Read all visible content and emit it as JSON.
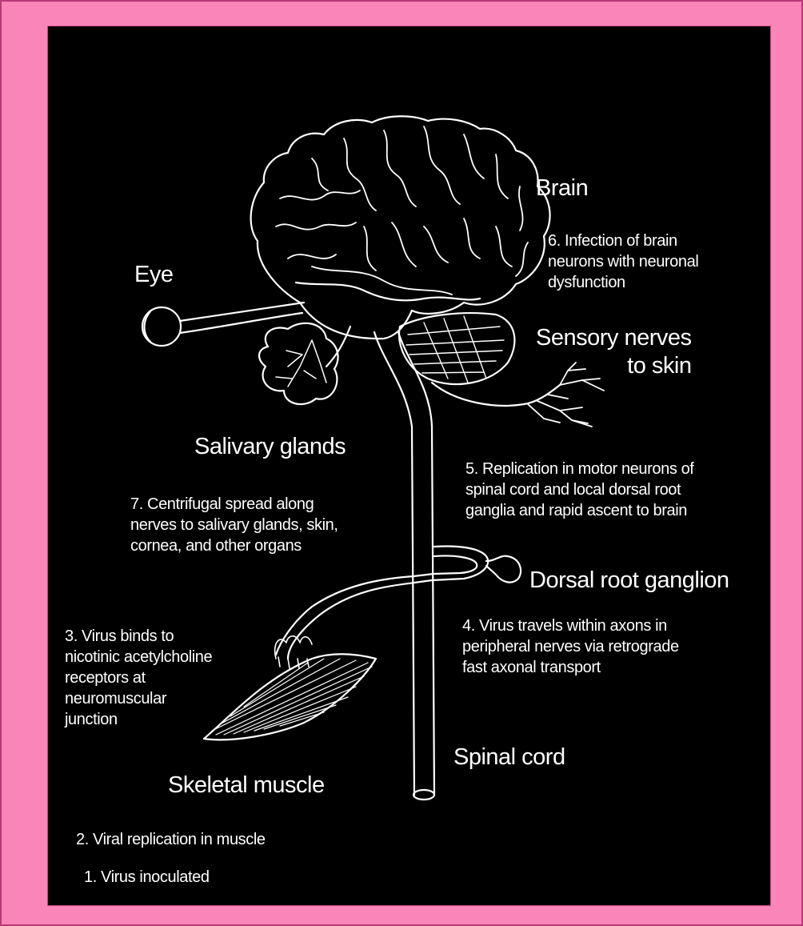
{
  "labels": {
    "brain": "Brain",
    "eye": "Eye",
    "sensory_nerves": "Sensory nerves\nto skin",
    "salivary_glands": "Salivary glands",
    "dorsal_root_ganglion": "Dorsal root ganglion",
    "spinal_cord": "Spinal cord",
    "skeletal_muscle": "Skeletal muscle"
  },
  "steps": {
    "step6": "6. Infection of brain\nneurons with neuronal\ndysfunction",
    "step5": "5. Replication in motor neurons of\nspinal cord and local dorsal root\nganglia and rapid ascent to brain",
    "step7": "7. Centrifugal spread along\nnerves to salivary glands, skin,\ncornea, and other organs",
    "step4": "4. Virus travels within axons in\nperipheral nerves via retrograde\nfast axonal transport",
    "step3": "3. Virus binds to\nnicotinic acetylcholine\nreceptors at\nneuromuscular\njunction",
    "step2": "2. Viral replication in muscle",
    "step1": "1. Virus inoculated"
  },
  "colors": {
    "background": "#000000",
    "frame": "#f985b9",
    "frame_border": "#b83a78",
    "line": "#ffffff"
  }
}
